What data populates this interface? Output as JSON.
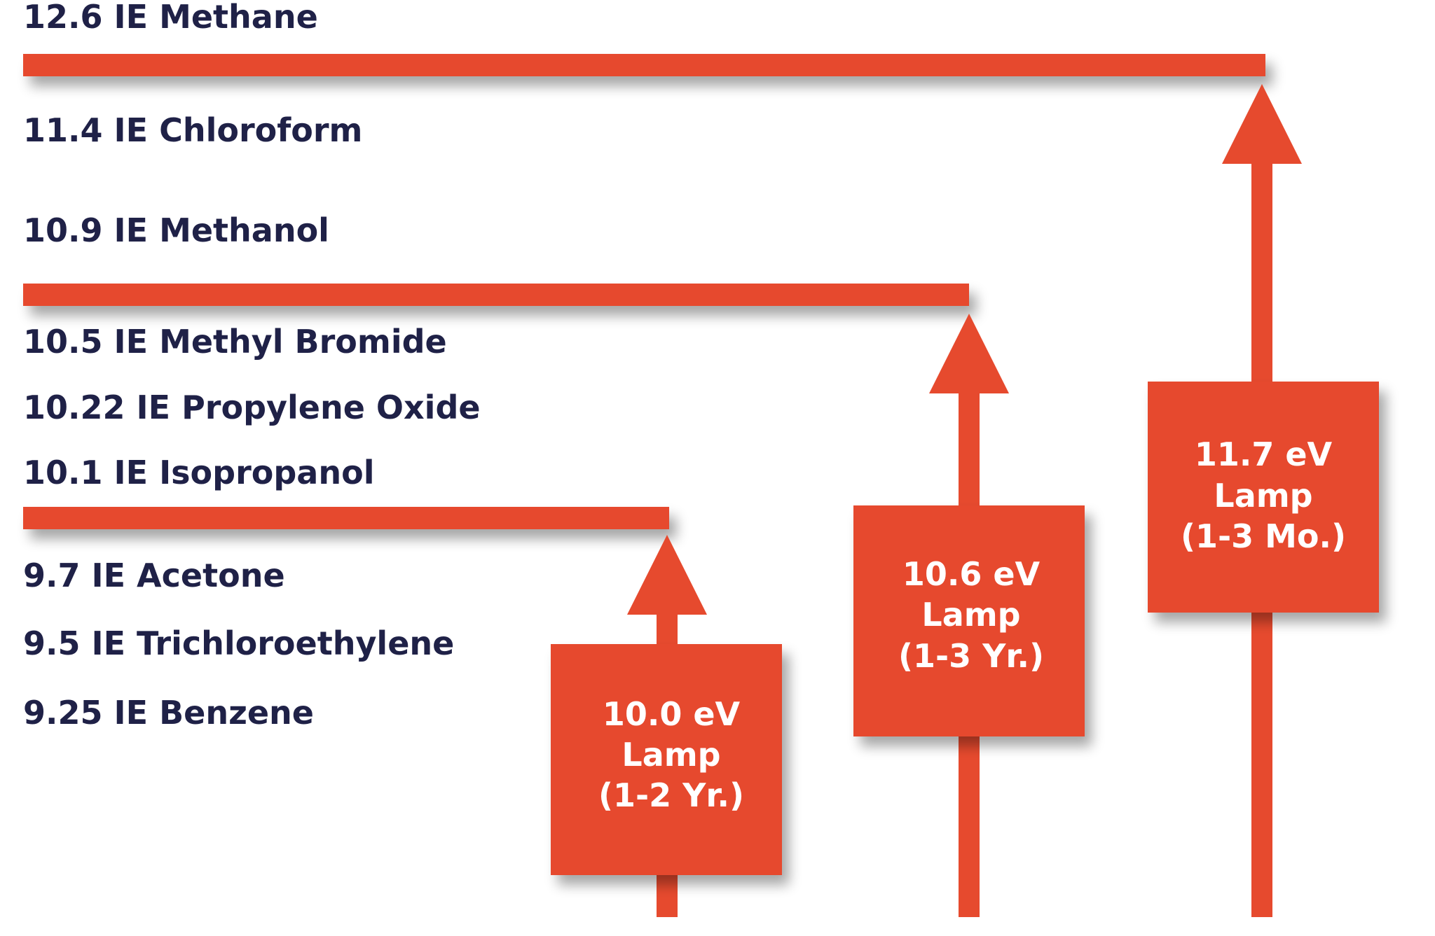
{
  "colors": {
    "accent": "#e64a2e",
    "label_text": "#1f2147",
    "lamp_text": "#ffffff",
    "background": "#ffffff"
  },
  "compounds": [
    {
      "ie": 12.6,
      "label": "12.6 IE Methane"
    },
    {
      "ie": 11.4,
      "label": "11.4 IE Chloroform"
    },
    {
      "ie": 10.9,
      "label": "10.9 IE Methanol"
    },
    {
      "ie": 10.5,
      "label": "10.5 IE Methyl Bromide"
    },
    {
      "ie": 10.22,
      "label": "10.22 IE Propylene Oxide"
    },
    {
      "ie": 10.1,
      "label": "10.1 IE Isopropanol"
    },
    {
      "ie": 9.7,
      "label": "9.7 IE Acetone"
    },
    {
      "ie": 9.5,
      "label": "9.5 IE Trichloroethylene"
    },
    {
      "ie": 9.25,
      "label": "9.25 IE Benzene"
    }
  ],
  "lamps": [
    {
      "line1": "10.0 eV",
      "line2": "Lamp",
      "line3": "(1-2 Yr.)"
    },
    {
      "line1": "10.6 eV",
      "line2": "Lamp",
      "line3": "(1-3 Yr.)"
    },
    {
      "line1": "11.7 eV",
      "line2": "Lamp",
      "line3": "(1-3 Mo.)"
    }
  ]
}
